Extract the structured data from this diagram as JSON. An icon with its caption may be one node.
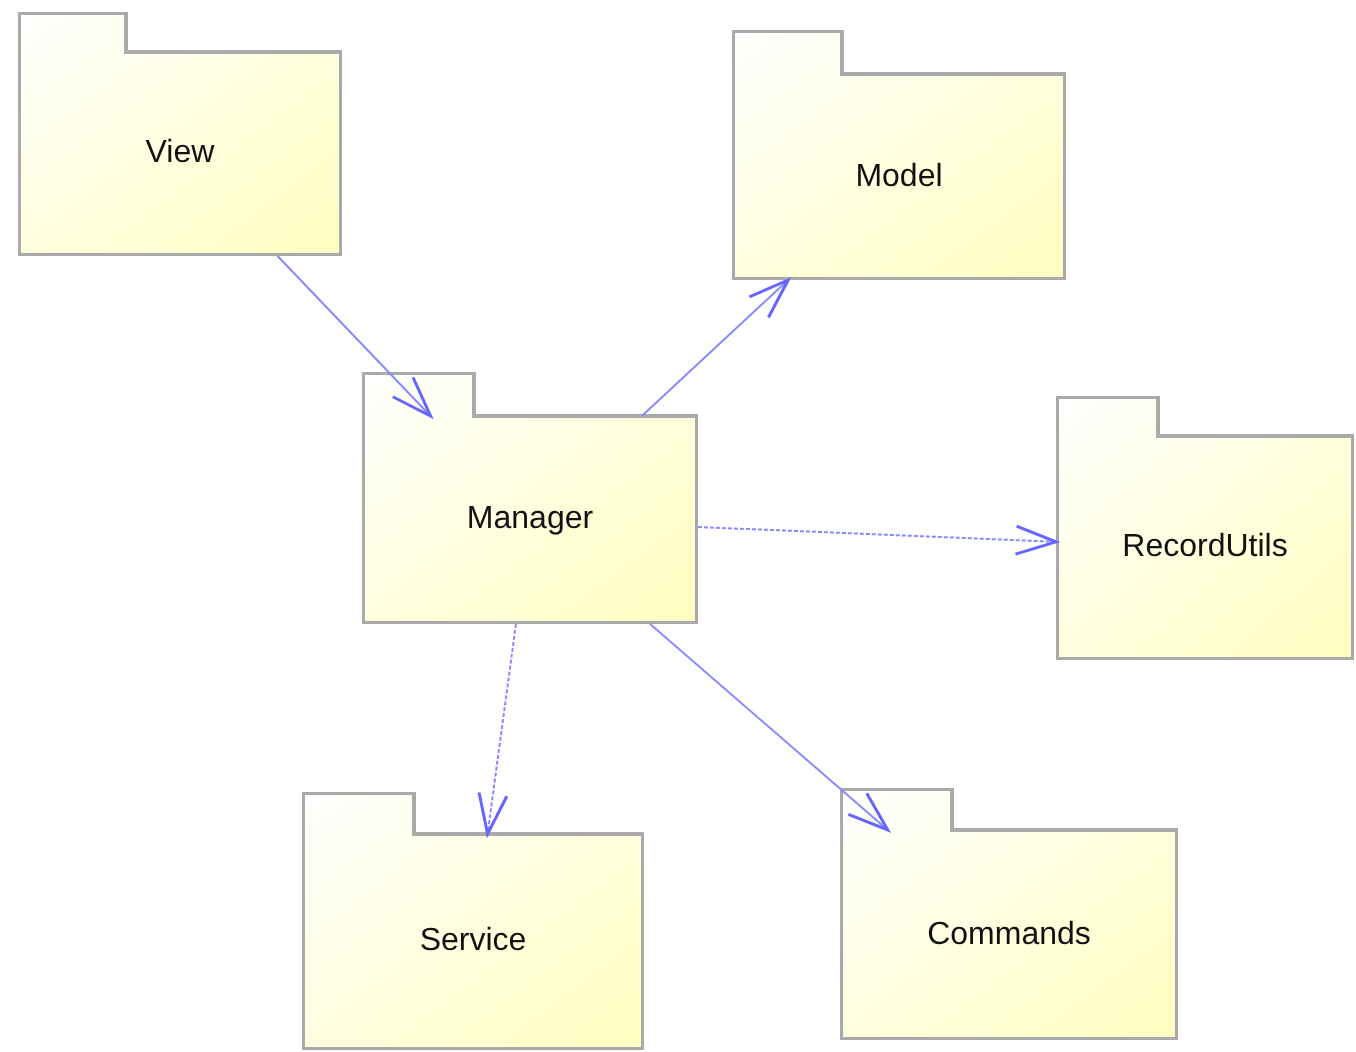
{
  "diagram": {
    "nodes": [
      {
        "text": [
          "View"
        ]
      },
      {
        "text": [
          "Model"
        ]
      },
      {
        "text": [
          "Manager"
        ]
      },
      {
        "text": [
          "RecordUtils"
        ]
      },
      {
        "text": [
          "Service"
        ]
      },
      {
        "text": [
          "Commands"
        ]
      }
    ],
    "edges": [
      {
        "from": 0,
        "to": 2,
        "arrow": "to"
      },
      {
        "from": 2,
        "to": 1,
        "arrow": "to"
      },
      {
        "from": 2,
        "to": 3,
        "arrow": "to",
        "style": "dashed"
      },
      {
        "from": 2,
        "to": 4,
        "arrow": "to",
        "style": "dashed"
      },
      {
        "from": 2,
        "to": 5,
        "arrow": "to"
      }
    ]
  }
}
